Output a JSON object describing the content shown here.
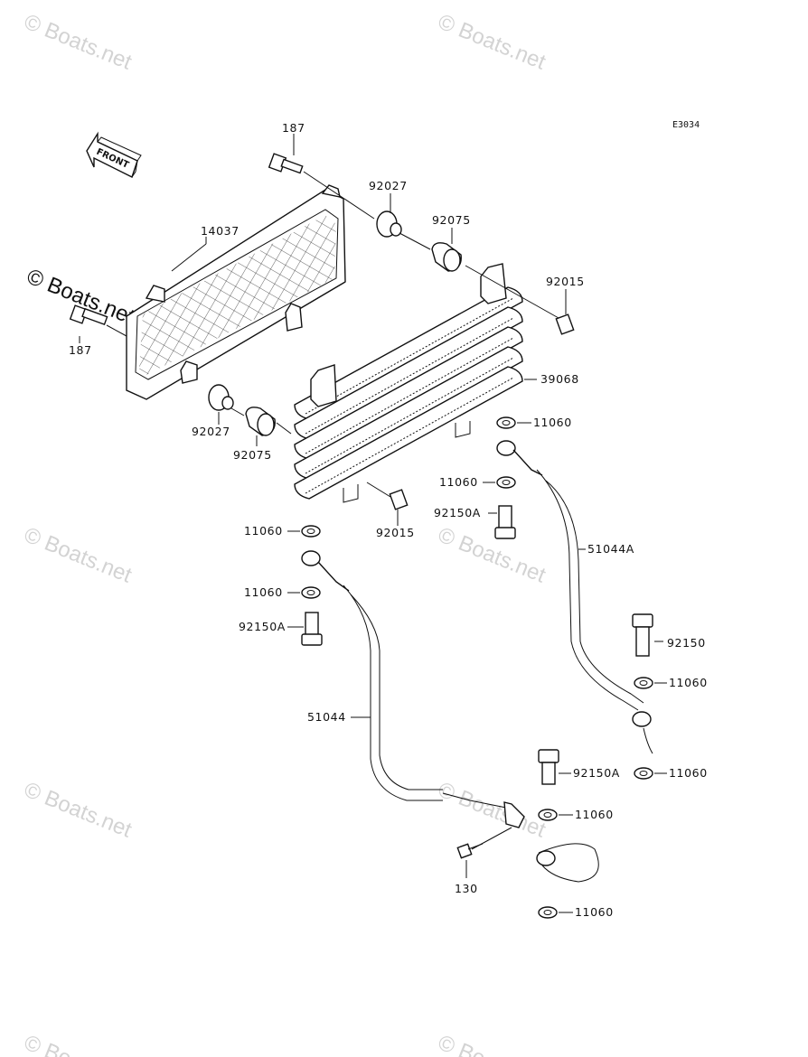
{
  "diagram": {
    "code": "E3034",
    "front_label": "FRONT",
    "watermark_text": "© Boats.net",
    "parts": {
      "p187_top": "187",
      "p187_left": "187",
      "p14037": "14037",
      "p92027_top": "92027",
      "p92075_top": "92075",
      "p92015_top": "92015",
      "p39068": "39068",
      "p92027_bot": "92027",
      "p92075_bot": "92075",
      "p11060_a": "11060",
      "p11060_b": "11060",
      "p92150A_a": "92150A",
      "p92015_bot": "92015",
      "p11060_c": "11060",
      "p51044A": "51044A",
      "p11060_d": "11060",
      "p92150A_b": "92150A",
      "p92150": "92150",
      "p11060_e": "11060",
      "p51044": "51044",
      "p92150A_c": "92150A",
      "p11060_f": "11060",
      "p11060_g": "11060",
      "p130": "130",
      "p11060_h": "11060"
    }
  }
}
